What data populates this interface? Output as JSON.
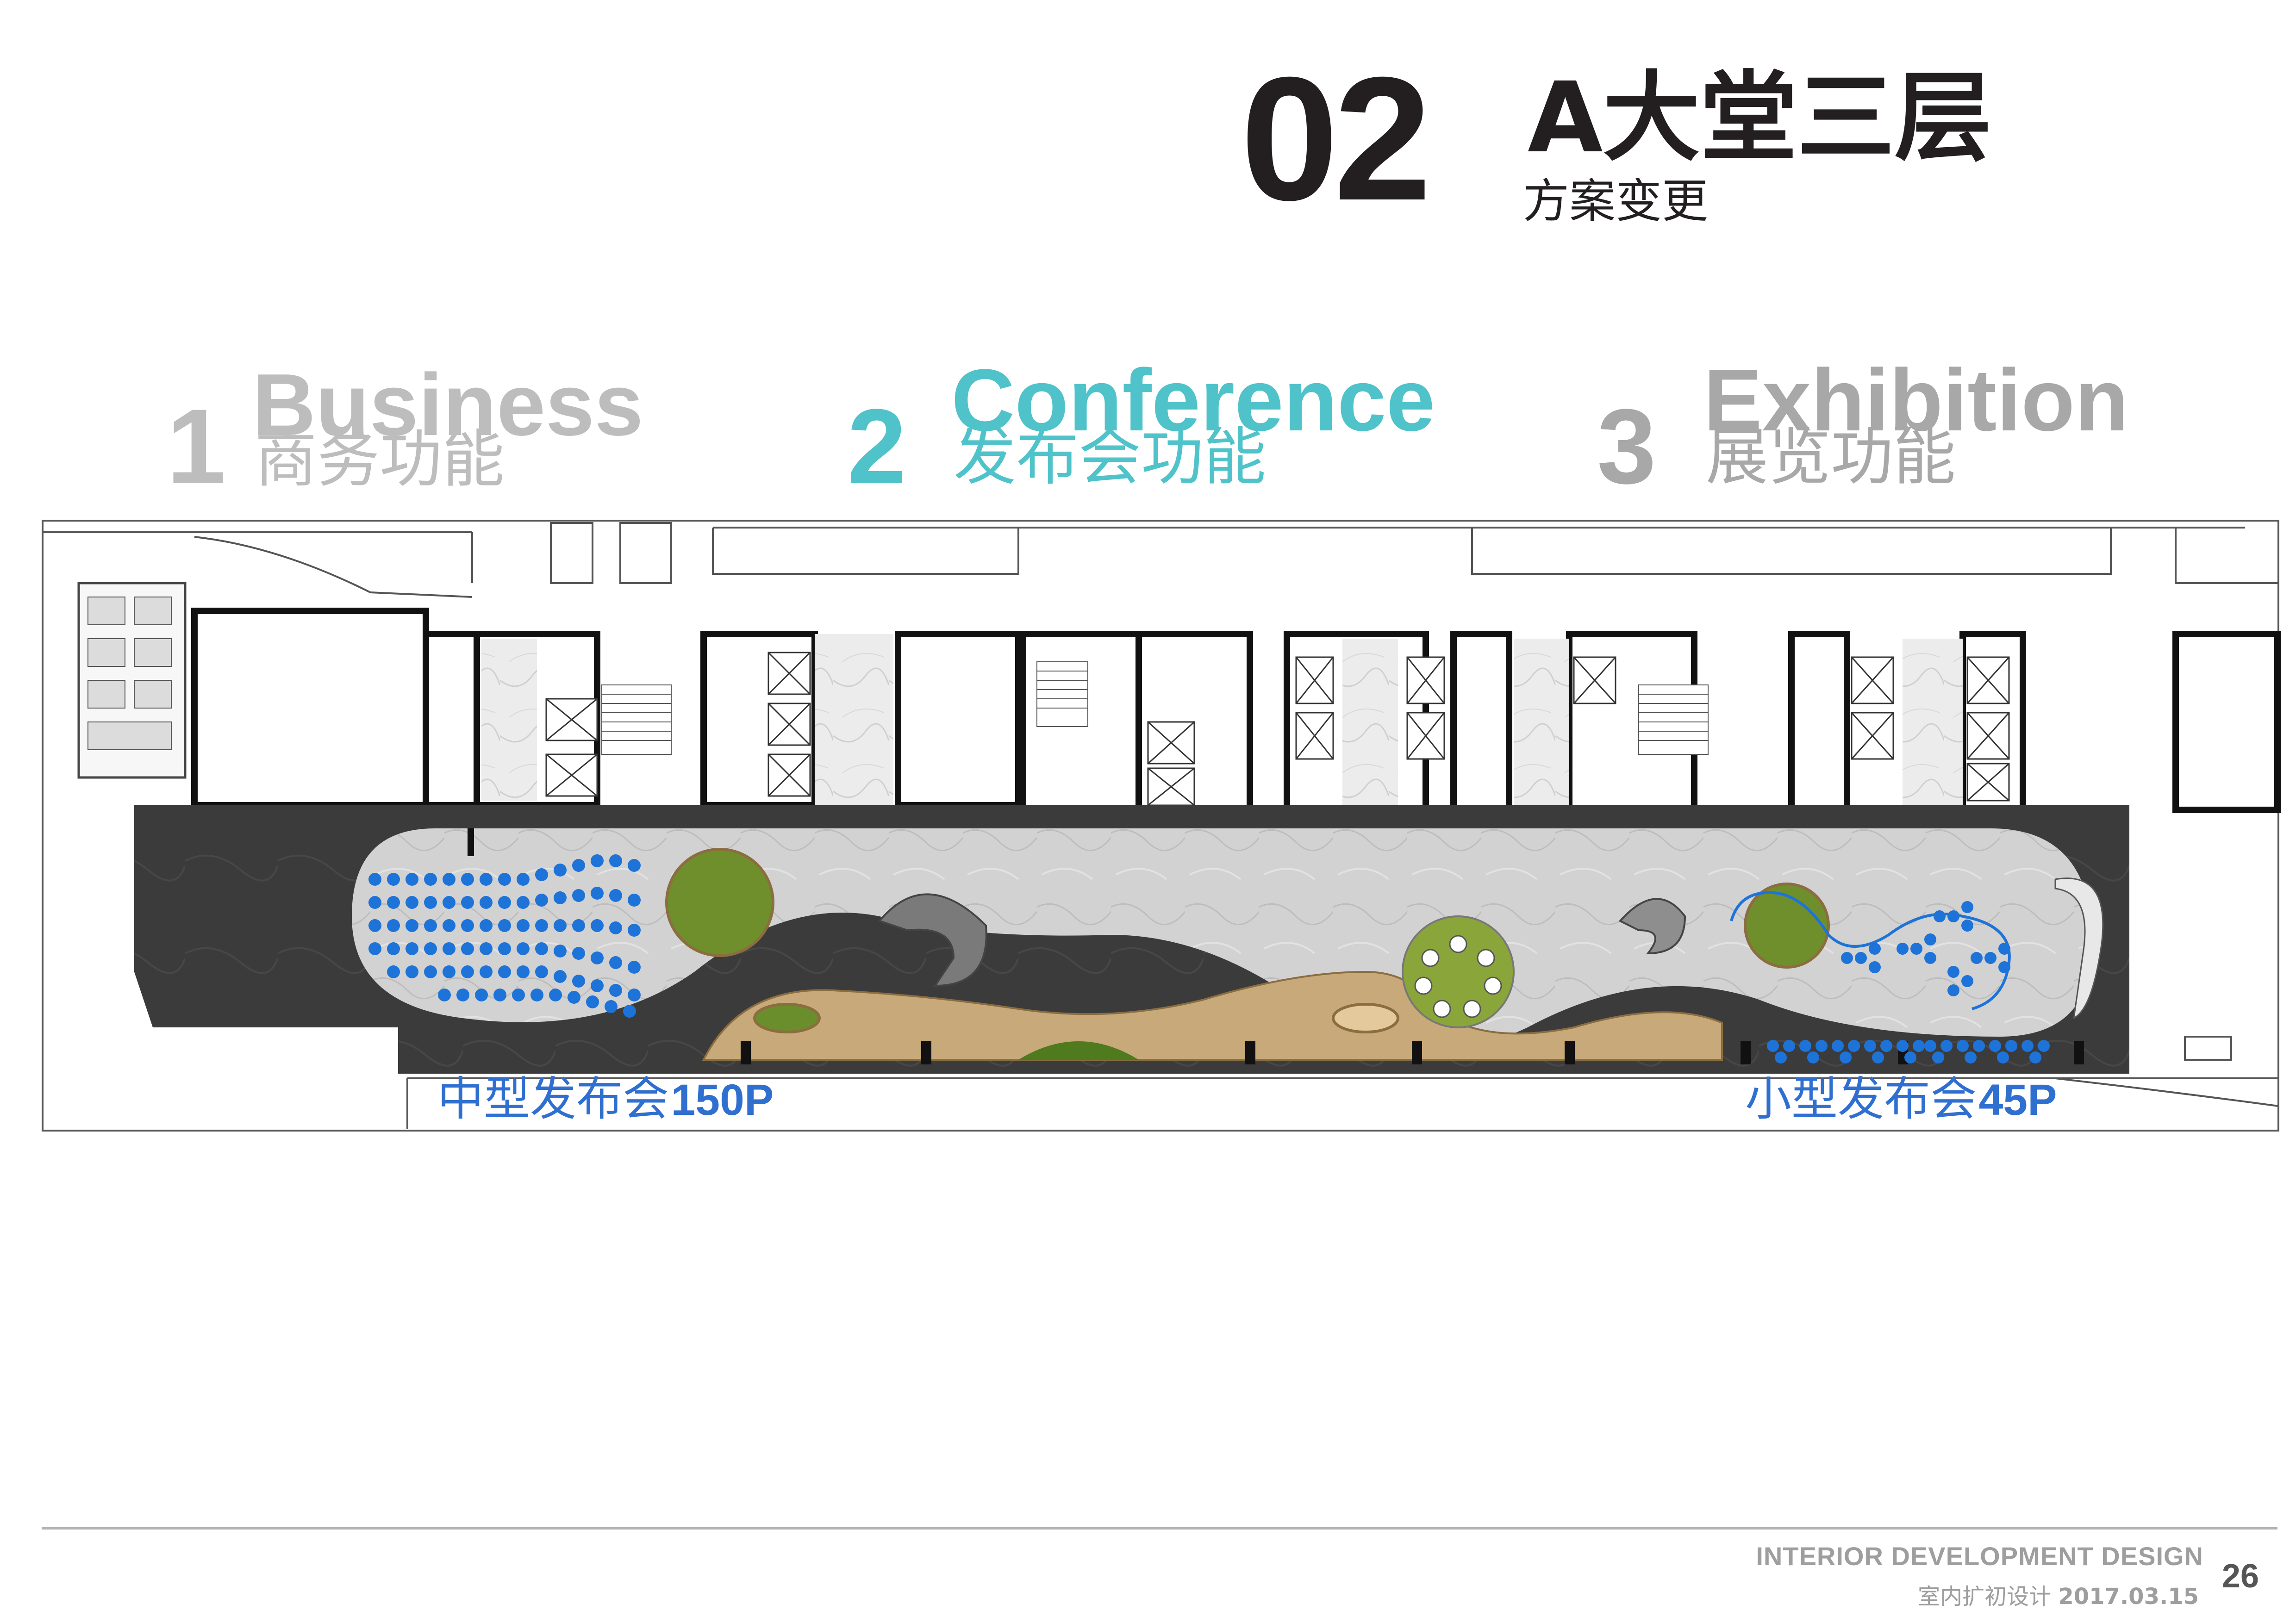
{
  "header": {
    "section_number": "02",
    "floor_title": "A大堂三层",
    "subtitle": "方案变更"
  },
  "functions": [
    {
      "num": "1",
      "en": "Business",
      "zh": "商务功能",
      "color": "#bdbdbd"
    },
    {
      "num": "2",
      "en": "Conference",
      "zh": "发布会功能",
      "color": "#4fc3c9"
    },
    {
      "num": "3",
      "en": "Exhibition",
      "zh": "展览功能",
      "color": "#a8a8a8"
    }
  ],
  "plan": {
    "medium_event": {
      "label": "中型发布会",
      "capacity": "150P"
    },
    "small_event": {
      "label": "小型发布会",
      "capacity": "45P"
    },
    "colors": {
      "seat": "#1e73d8",
      "dark_floor": "#3a3a3a",
      "stone_floor": "#c9c9c9",
      "wood": "#c8a97a",
      "green": "#6a8e2c",
      "wall": "#111111"
    }
  },
  "footer": {
    "title_en": "INTERIOR DEVELOPMENT DESIGN",
    "title_zh": "室内扩初设计",
    "date": "2017.03.15",
    "page": "26"
  }
}
